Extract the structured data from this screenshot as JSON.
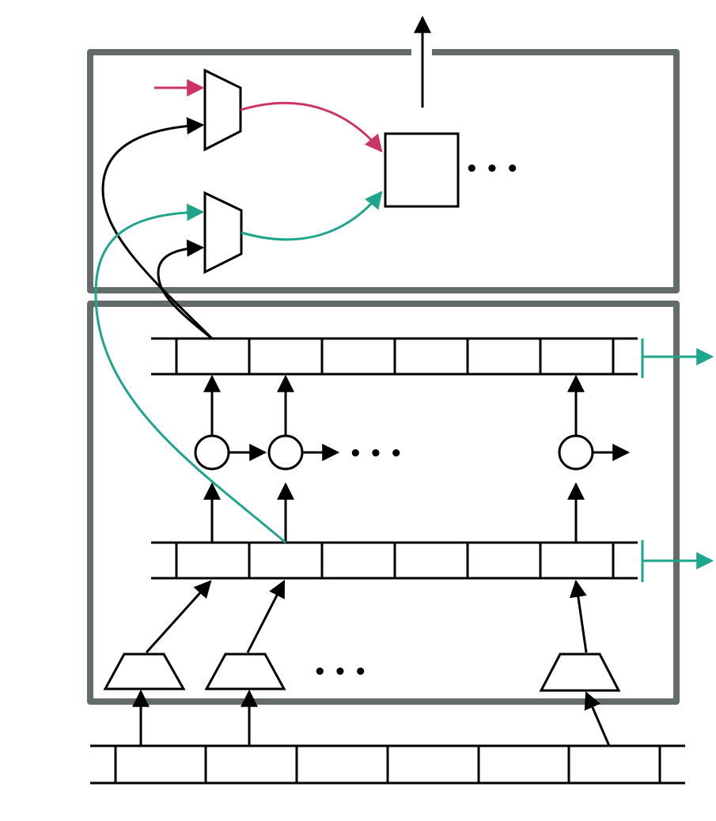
{
  "colors": {
    "frame": "#646b6b",
    "line": "#000000",
    "teal": "#1ea58c",
    "magenta": "#cc3366",
    "background": "#ffffff"
  },
  "diagram": {
    "ellipsis": "• • •",
    "top_block": {
      "selectors": [
        "mux-upper",
        "mux-lower"
      ],
      "output_node": "square-node"
    },
    "bottom_block": {
      "registers": [
        "register-upper",
        "register-lower"
      ],
      "processing_units": 3,
      "reducers": 3
    },
    "input_buffer": "input-register"
  }
}
